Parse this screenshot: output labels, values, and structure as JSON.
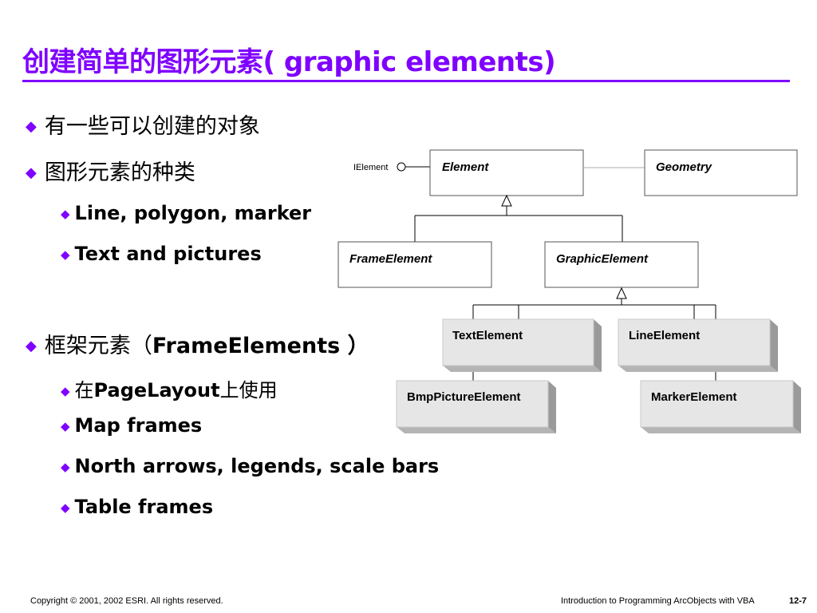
{
  "slide": {
    "title": "创建简单的图形元素( graphic elements)",
    "accent_color": "#7f00ff"
  },
  "bullets": [
    {
      "level": 1,
      "text": "有一些可以创建的对象"
    },
    {
      "level": 1,
      "text": "图形元素的种类"
    },
    {
      "level": 2,
      "text": "Line, polygon, marker"
    },
    {
      "level": 2,
      "text": "Text and pictures"
    },
    {
      "level": 1,
      "text_zh": "框架元素（",
      "text_en": "FrameElements ）"
    },
    {
      "level": 2,
      "text_zh1": "在",
      "text_en": "PageLayout",
      "text_zh2": "上使用"
    },
    {
      "level": 2,
      "text": "Map frames"
    },
    {
      "level": 2,
      "text": "North arrows, legends, scale bars"
    },
    {
      "level": 2,
      "text": "Table frames"
    }
  ],
  "diagram": {
    "interface_label": "IElement",
    "abstract_classes": {
      "element": "Element",
      "geometry": "Geometry",
      "frame_element": "FrameElement",
      "graphic_element": "GraphicElement"
    },
    "coclasses": {
      "text_element": "TextElement",
      "line_element": "LineElement",
      "bmp_picture_element": "BmpPictureElement",
      "marker_element": "MarkerElement"
    }
  },
  "footer": {
    "copyright": "Copyright © 2001, 2002 ESRI.  All rights reserved.",
    "course": "Introduction to Programming ArcObjects with VBA",
    "page": "12-7"
  }
}
